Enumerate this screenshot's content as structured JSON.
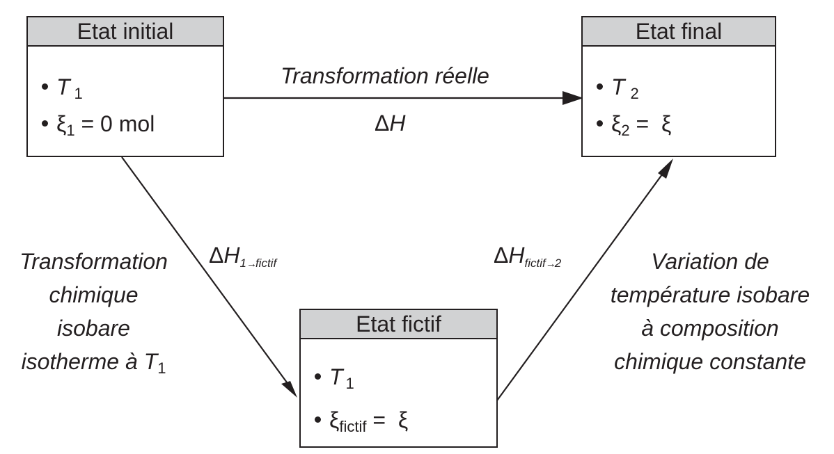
{
  "initial_state": {
    "title": "Etat initial",
    "temperature": {
      "symbol": "T",
      "index": "1"
    },
    "advancement": {
      "symbol": "ξ",
      "index": "1",
      "relation": "=",
      "value": "0 mol"
    }
  },
  "final_state": {
    "title": "Etat final",
    "temperature": {
      "symbol": "T",
      "index": "2"
    },
    "advancement": {
      "symbol": "ξ",
      "index": "2",
      "relation": "=",
      "value": "ξ"
    }
  },
  "fictitious_state": {
    "title": "Etat fictif",
    "temperature": {
      "symbol": "T",
      "index": "1"
    },
    "advancement": {
      "symbol": "ξ",
      "index": "fictif",
      "relation": "=",
      "value": "ξ"
    }
  },
  "real_path": {
    "label": "Transformation réelle",
    "enthalpy": {
      "delta": "Δ",
      "symbol": "H"
    }
  },
  "path_1_to_fictif": {
    "enthalpy": {
      "delta": "Δ",
      "symbol": "H",
      "index_from": "1",
      "arrow": "→",
      "index_to": "fictif"
    },
    "description": {
      "line1": "Transformation",
      "line2": "chimique",
      "line3": "isobare",
      "line4_prefix": "isotherme à ",
      "line4_symbol": "T",
      "line4_index": "1"
    }
  },
  "path_fictif_to_2": {
    "enthalpy": {
      "delta": "Δ",
      "symbol": "H",
      "index_from": "fictif",
      "arrow": "→",
      "index_to": "2"
    },
    "description": {
      "line1": "Variation de",
      "line2": "température isobare",
      "line3": "à composition",
      "line4": "chimique constante"
    }
  }
}
